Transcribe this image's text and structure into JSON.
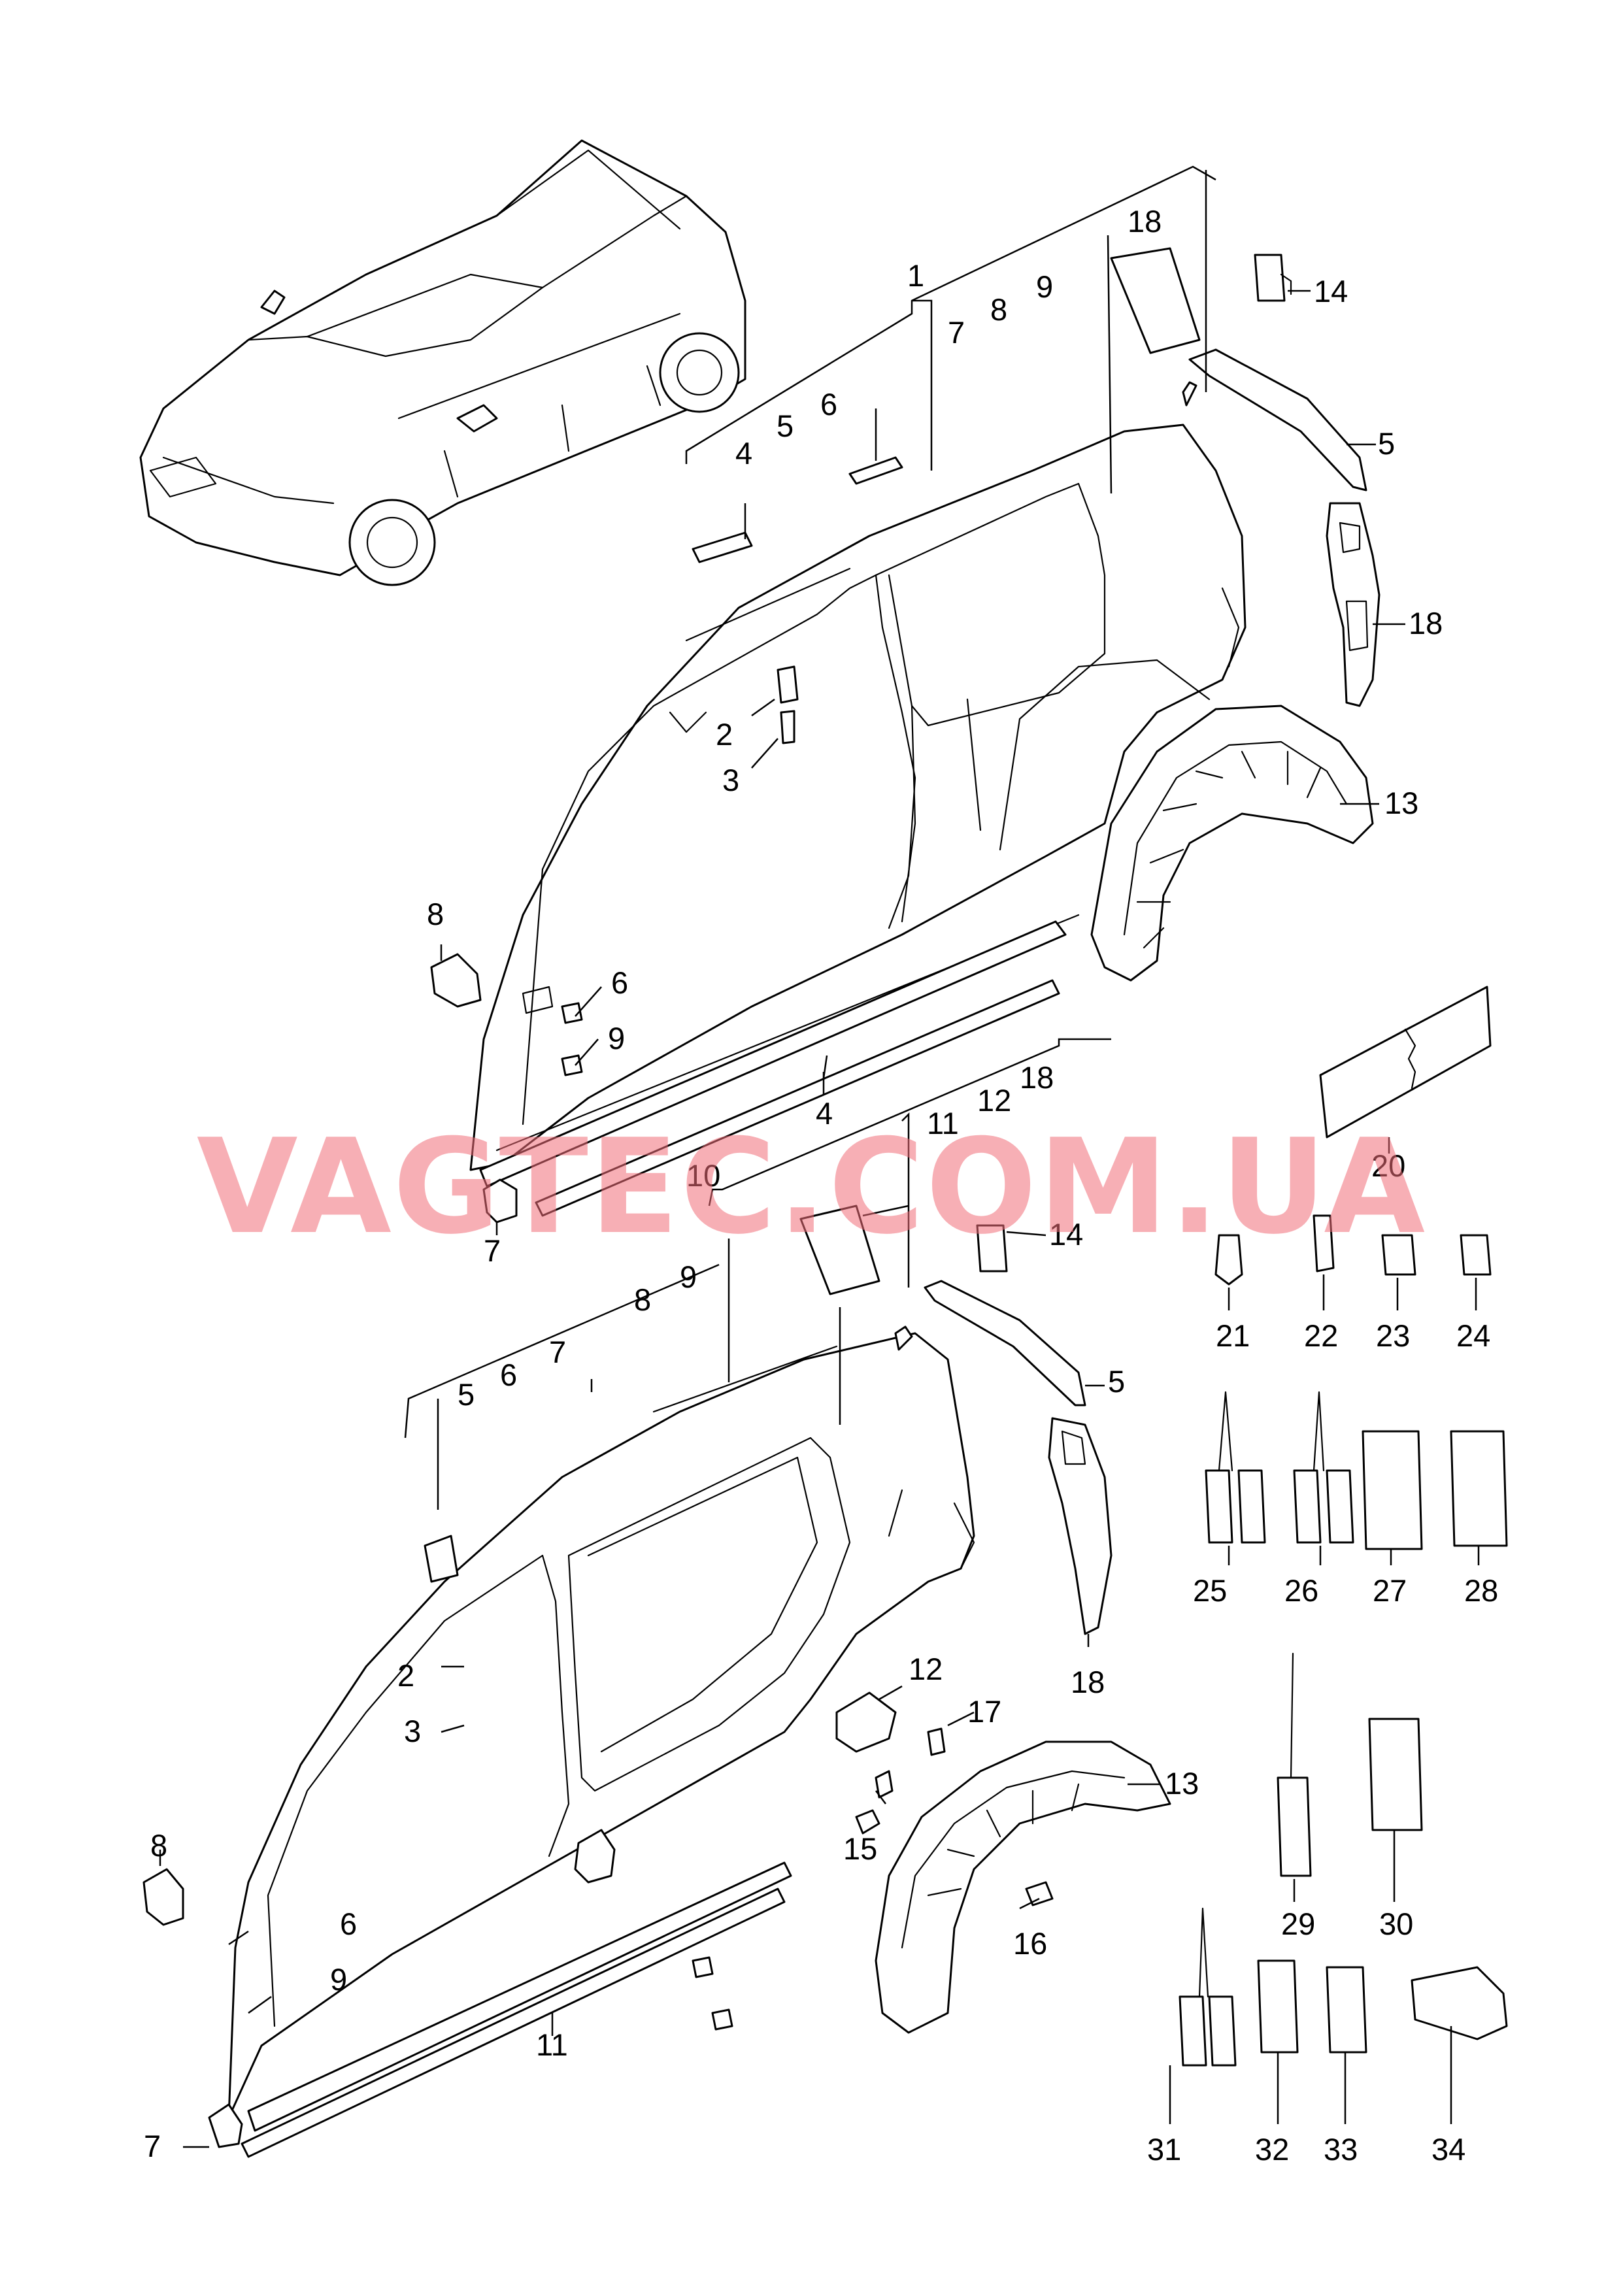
{
  "watermark": "VAGTEC.COM.UA",
  "colors": {
    "watermark": "#f06e78",
    "line": "#000000",
    "background": "#ffffff"
  },
  "labels": [
    "1",
    "2",
    "3",
    "4",
    "5",
    "6",
    "7",
    "8",
    "9",
    "10",
    "11",
    "12",
    "13",
    "14",
    "15",
    "16",
    "17",
    "18",
    "20",
    "21",
    "22",
    "23",
    "24",
    "25",
    "26",
    "27",
    "28",
    "29",
    "30",
    "31",
    "32",
    "33",
    "34"
  ],
  "callouts": [
    {
      "id": "c1",
      "text": "1"
    },
    {
      "id": "c2a",
      "text": "2"
    },
    {
      "id": "c3a",
      "text": "3"
    },
    {
      "id": "c4a",
      "text": "4"
    },
    {
      "id": "c5a",
      "text": "5"
    },
    {
      "id": "c6a",
      "text": "6"
    },
    {
      "id": "c7a",
      "text": "7"
    },
    {
      "id": "c8a",
      "text": "8"
    },
    {
      "id": "c9a",
      "text": "9"
    },
    {
      "id": "c18a",
      "text": "18"
    },
    {
      "id": "c14a",
      "text": "14"
    },
    {
      "id": "c5b",
      "text": "5"
    },
    {
      "id": "c18b",
      "text": "18"
    },
    {
      "id": "c13a",
      "text": "13"
    },
    {
      "id": "c8b",
      "text": "8"
    },
    {
      "id": "c6b",
      "text": "6"
    },
    {
      "id": "c9b",
      "text": "9"
    },
    {
      "id": "c4b",
      "text": "4"
    },
    {
      "id": "c7b",
      "text": "7"
    },
    {
      "id": "c20",
      "text": "20"
    },
    {
      "id": "c12a",
      "text": "12"
    },
    {
      "id": "c18c",
      "text": "18"
    },
    {
      "id": "c11a",
      "text": "11"
    },
    {
      "id": "c10",
      "text": "10"
    },
    {
      "id": "c14b",
      "text": "14"
    },
    {
      "id": "c8c",
      "text": "8"
    },
    {
      "id": "c9c",
      "text": "9"
    },
    {
      "id": "c5c",
      "text": "5"
    },
    {
      "id": "c6c",
      "text": "6"
    },
    {
      "id": "c7c",
      "text": "7"
    },
    {
      "id": "c5d",
      "text": "5"
    },
    {
      "id": "c18d",
      "text": "18"
    },
    {
      "id": "c2b",
      "text": "2"
    },
    {
      "id": "c3b",
      "text": "3"
    },
    {
      "id": "c12b",
      "text": "12"
    },
    {
      "id": "c17",
      "text": "17"
    },
    {
      "id": "c13b",
      "text": "13"
    },
    {
      "id": "c15",
      "text": "15"
    },
    {
      "id": "c16",
      "text": "16"
    },
    {
      "id": "c8d",
      "text": "8"
    },
    {
      "id": "c6d",
      "text": "6"
    },
    {
      "id": "c9d",
      "text": "9"
    },
    {
      "id": "c11b",
      "text": "11"
    },
    {
      "id": "c7d",
      "text": "7"
    },
    {
      "id": "c21",
      "text": "21"
    },
    {
      "id": "c22",
      "text": "22"
    },
    {
      "id": "c23",
      "text": "23"
    },
    {
      "id": "c24",
      "text": "24"
    },
    {
      "id": "c25",
      "text": "25"
    },
    {
      "id": "c26",
      "text": "26"
    },
    {
      "id": "c27",
      "text": "27"
    },
    {
      "id": "c28",
      "text": "28"
    },
    {
      "id": "c29",
      "text": "29"
    },
    {
      "id": "c30",
      "text": "30"
    },
    {
      "id": "c31",
      "text": "31"
    },
    {
      "id": "c32",
      "text": "32"
    },
    {
      "id": "c33",
      "text": "33"
    },
    {
      "id": "c34",
      "text": "34"
    }
  ]
}
